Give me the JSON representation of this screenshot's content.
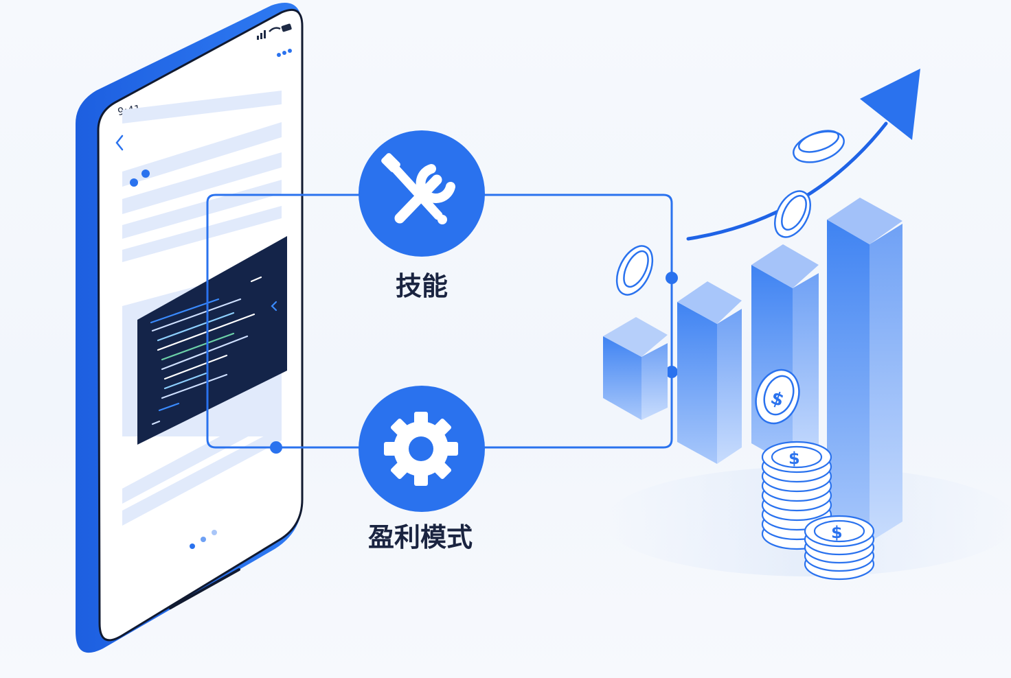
{
  "phone": {
    "status_time": "9:41"
  },
  "nodes": {
    "skills": {
      "label": "技能",
      "icon": "wrench-screwdriver-icon"
    },
    "business_model": {
      "label": "盈利模式",
      "icon": "gear-icon"
    }
  },
  "colors": {
    "accent": "#2a72ee",
    "accent_dark": "#1656d8",
    "bar_light": "#8fb5f6",
    "code_panel": "#142449",
    "text": "#1a2440"
  }
}
